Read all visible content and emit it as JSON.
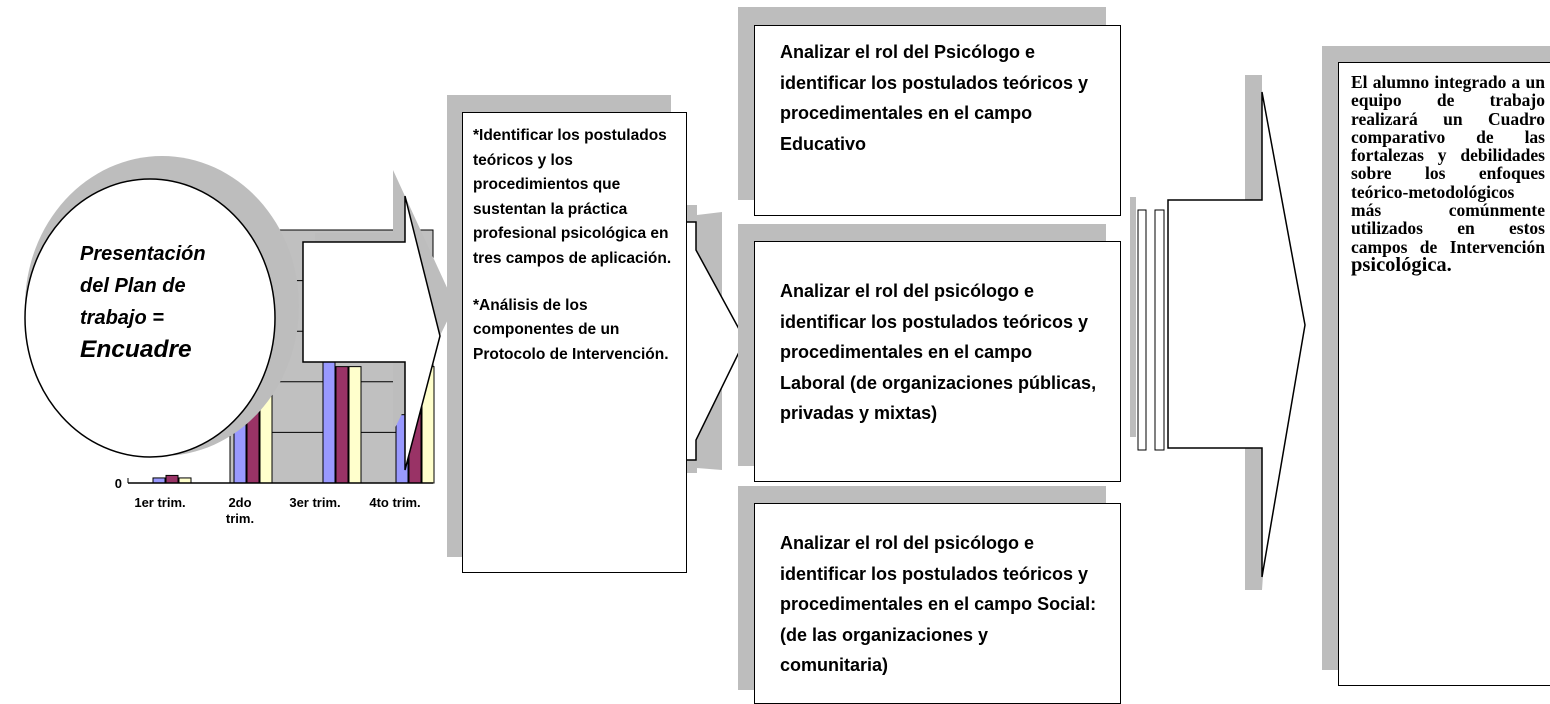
{
  "chart_data": {
    "type": "bar",
    "categories": [
      "1er trim.",
      "2do trim.",
      "3er trim.",
      "4to trim."
    ],
    "series": [
      {
        "values": [
          2,
          30,
          92,
          27
        ]
      },
      {
        "values": [
          3,
          38,
          46,
          46
        ]
      },
      {
        "values": [
          2,
          45,
          46,
          46
        ]
      }
    ],
    "ylim": [
      0,
      100
    ],
    "y_tick_label": "0",
    "colors": [
      "#9999ff",
      "#993366",
      "#ffffcc"
    ]
  },
  "intro": {
    "line1": "Presentación",
    "line2": "del Plan de",
    "line3": "trabajo =",
    "emphasis": "Encuadre"
  },
  "objectives": {
    "p1": "*Identificar los postulados teóricos  y los procedimientos que sustentan  la práctica profesional psicológica en tres campos de aplicación.",
    "p2": "*Análisis de los componentes de un Protocolo de Intervención."
  },
  "fields": [
    {
      "text": "Analizar el rol del Psicólogo  e identificar  los postulados teóricos y procedimentales  en el campo Educativo"
    },
    {
      "text": "Analizar el rol del psicólogo   e identificar los postulados teóricos y procedimentales  en el campo Laboral (de organizaciones  públicas, privadas y mixtas)"
    },
    {
      "text": "Analizar el rol del psicólogo  e identificar los postulados teóricos y  procedimentales en el campo Social: (de las organizaciones y  comunitaria)"
    }
  ],
  "result": {
    "text": "El alumno integrado a un equipo de trabajo realizará un Cuadro comparativo de las fortalezas y debilidades sobre los enfoques teórico-metodológicos más comúnmente utilizados en estos campos de Intervención",
    "last": "psicológica."
  },
  "colors": {
    "shadow": "#bdbdbd",
    "chart_wall": "#c0c0c0",
    "border": "#000000"
  }
}
